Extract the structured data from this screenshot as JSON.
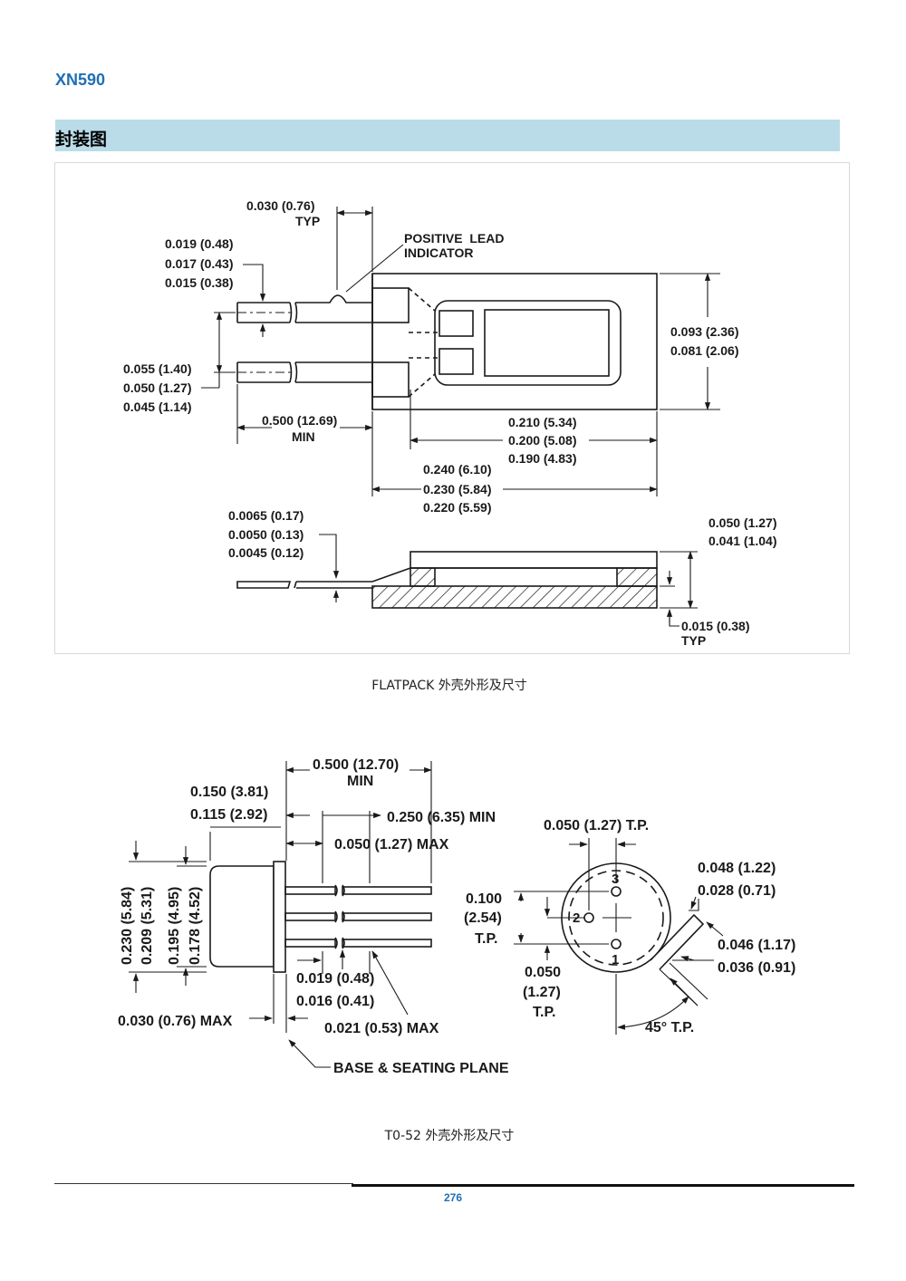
{
  "doc": {
    "title": "XN590",
    "section_title": "封装图",
    "page_number": "276"
  },
  "flatpack": {
    "caption": "FLATPACK 外壳外形及尺寸",
    "lead_pitch_typ": [
      "0.030 (0.76)",
      "TYP"
    ],
    "lead_width": [
      "0.019 (0.48)",
      "0.017 (0.43)",
      "0.015 (0.38)"
    ],
    "positive_lead": [
      "POSITIVE  LEAD",
      "INDICATOR"
    ],
    "lead_spacing": [
      "0.055 (1.40)",
      "0.050 (1.27)",
      "0.045 (1.14)"
    ],
    "lead_length": [
      "0.500 (12.69)",
      "MIN"
    ],
    "body_width": [
      "0.093 (2.36)",
      "0.081 (2.06)"
    ],
    "inner_length": [
      "0.210 (5.34)",
      "0.200 (5.08)",
      "0.190 (4.83)"
    ],
    "body_length": [
      "0.240 (6.10)",
      "0.230 (5.84)",
      "0.220 (5.59)"
    ],
    "lead_thickness": [
      "0.0065 (0.17)",
      "0.0050 (0.13)",
      "0.0045 (0.12)"
    ],
    "body_height": [
      "0.050 (1.27)",
      "0.041 (1.04)"
    ],
    "base_typ": [
      "0.015 (0.38)",
      "TYP"
    ]
  },
  "to52": {
    "caption": "T0-52 外壳外形及尺寸",
    "lead_length_min": [
      "0.500 (12.70)",
      "MIN"
    ],
    "cap_height": [
      "0.150 (3.81)",
      "0.115 (2.92)"
    ],
    "lead_min": "0.250 (6.35) MIN",
    "lead_max": "0.050 (1.27) MAX",
    "can_dia": [
      "0.230 (5.84)",
      "0.209 (5.31)"
    ],
    "cap_dia": [
      "0.195 (4.95)",
      "0.178 (4.52)"
    ],
    "lead_dia": [
      "0.019 (0.48)",
      "0.016 (0.41)"
    ],
    "flange_max": "0.030 (0.76) MAX",
    "lead_dia_max": "0.021 (0.53) MAX",
    "base_plane": "BASE & SEATING PLANE",
    "tp_top": "0.050 (1.27) T.P.",
    "tp_left": [
      "0.100",
      "(2.54)",
      "T.P."
    ],
    "tp_bottom": [
      "0.050",
      "(1.27)",
      "T.P."
    ],
    "tab_width": [
      "0.048 (1.22)",
      "0.028 (0.71)"
    ],
    "tab_length": [
      "0.046 (1.17)",
      "0.036 (0.91)"
    ],
    "angle": "45° T.P.",
    "pins": [
      "3",
      "2",
      "1"
    ]
  }
}
